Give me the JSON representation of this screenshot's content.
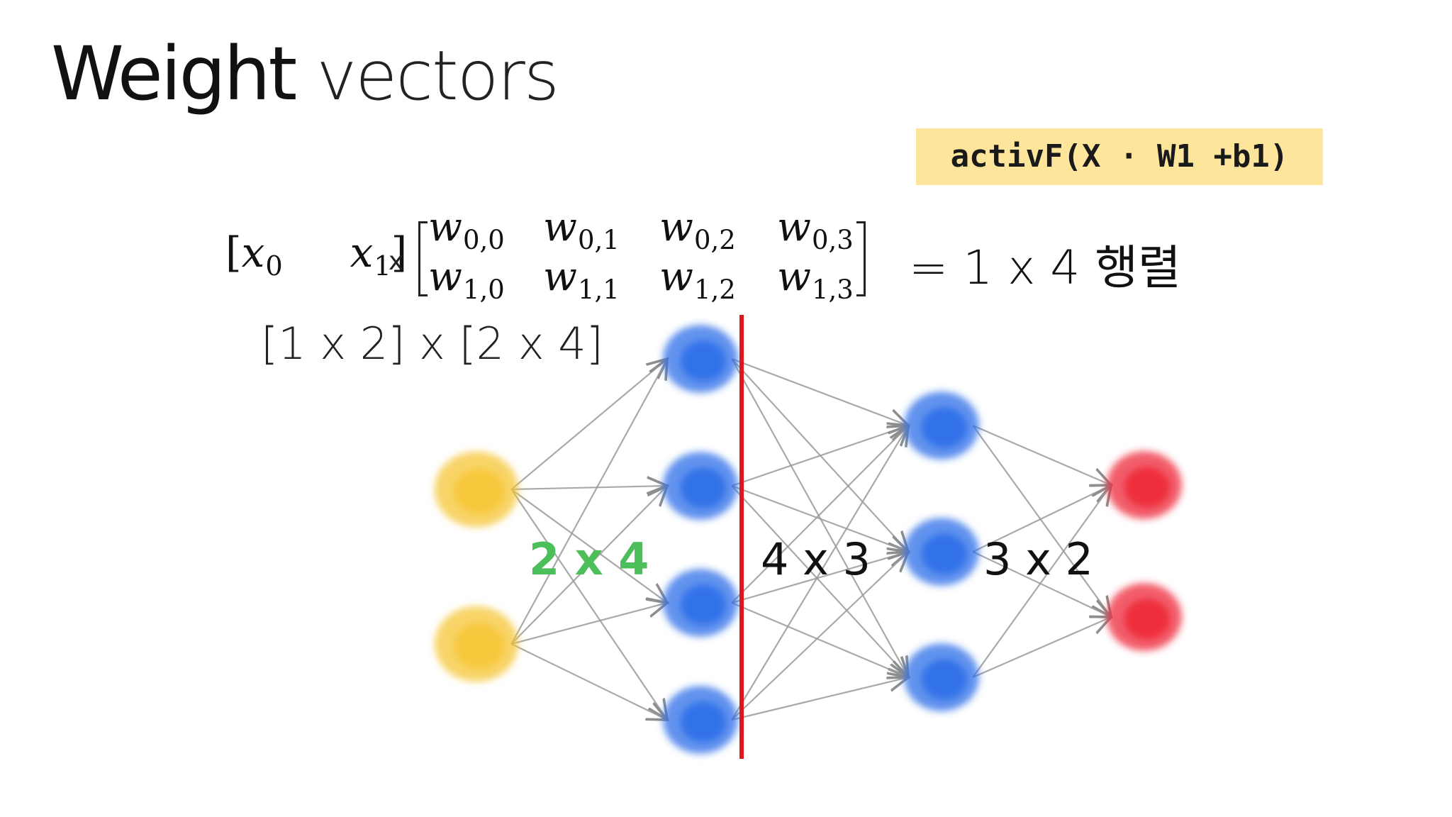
{
  "title": {
    "bold": "Weight",
    "light": "vectors"
  },
  "formula_box": {
    "text": "activF(X · W1 +b1)"
  },
  "equation": {
    "x_vector": [
      {
        "base": "x",
        "sub": "0"
      },
      {
        "base": "x",
        "sub": "1"
      }
    ],
    "times": "x",
    "matrix": [
      [
        {
          "base": "w",
          "sub": "0,0"
        },
        {
          "base": "w",
          "sub": "0,1"
        },
        {
          "base": "w",
          "sub": "0,2"
        },
        {
          "base": "w",
          "sub": "0,3"
        }
      ],
      [
        {
          "base": "w",
          "sub": "1,0"
        },
        {
          "base": "w",
          "sub": "1,1"
        },
        {
          "base": "w",
          "sub": "1,2"
        },
        {
          "base": "w",
          "sub": "1,3"
        }
      ]
    ],
    "result": "= 1 x 4 행렬"
  },
  "dims_label": "[1 x 2] x [2 x 4]",
  "layer_labels": [
    "2 x 4",
    "4 x 3",
    "3 x 2"
  ],
  "network": {
    "layers": [
      {
        "name": "input",
        "count": 2,
        "color": "#f6c636"
      },
      {
        "name": "hidden-1",
        "count": 4,
        "color": "#2f6fe8"
      },
      {
        "name": "hidden-2",
        "count": 3,
        "color": "#2f6fe8"
      },
      {
        "name": "output",
        "count": 2,
        "color": "#ee2a38"
      }
    ],
    "edge_color": "#9a9a9a",
    "divider_color": "#e0161e",
    "label_highlight_color": "#4cbf5a"
  }
}
